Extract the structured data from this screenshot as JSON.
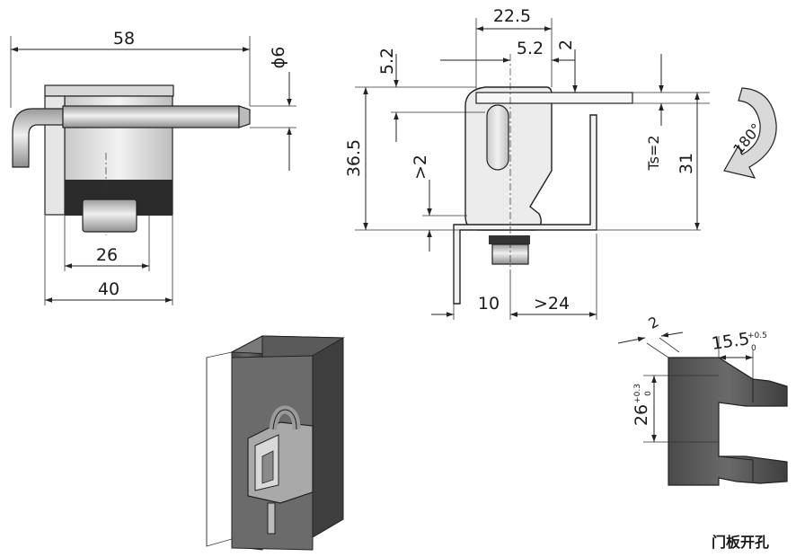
{
  "views": {
    "front": {
      "width_overall": "58",
      "width_body": "40",
      "width_inner": "26",
      "pin_diameter": "ϕ6"
    },
    "side": {
      "top_width": "22.5",
      "top_offset": "5.2",
      "top_gap": "2",
      "left_offset": "5.2",
      "height": "36.5",
      "min_clearance": ">2",
      "thickness": "Ts=2",
      "right_height": "31",
      "bottom_left": "10",
      "bottom_right": ">24"
    },
    "rotation": {
      "angle": "180°"
    },
    "cutout": {
      "edge": "2",
      "width": "15.5",
      "width_tol_upper": "+0.5",
      "width_tol_lower": "0",
      "height": "26",
      "height_tol_upper": "+0.3",
      "height_tol_lower": "0",
      "caption": "门板开孔"
    }
  },
  "colors": {
    "line": "#222222",
    "metal_light": "#e4e4e4",
    "metal_mid": "#b5b5b5",
    "panel_dark": "#555555",
    "background": "#ffffff"
  }
}
